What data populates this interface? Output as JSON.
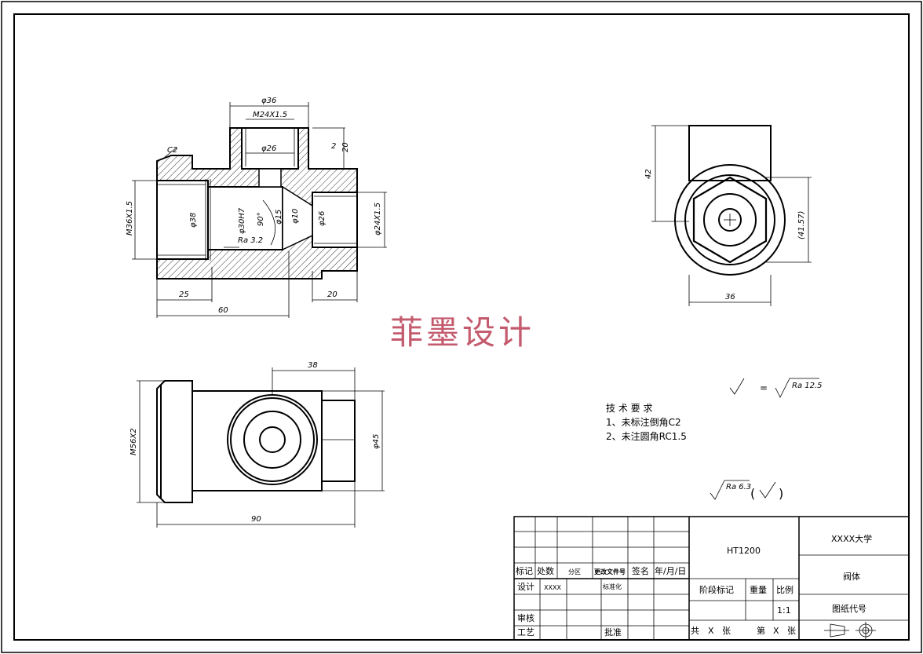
{
  "watermark": "菲墨设计",
  "dimensions": {
    "phi36": "φ36",
    "m24": "M24X1.5",
    "phi26_top": "φ26",
    "c2": "C2",
    "d2": "2",
    "d20_right": "20",
    "m36": "M36X1.5",
    "phi38": "φ38",
    "phi30h7": "φ30H7",
    "ang90": "90°",
    "phi15": "φ15",
    "phi10": "φ10",
    "phi26_right": "φ26",
    "phi24": "φ24X1.5",
    "ra32": "Ra 3.2",
    "d25": "25",
    "d20_bottom": "20",
    "d60": "60",
    "d42": "42",
    "d4157": "(41.57)",
    "d36": "36",
    "d38": "38",
    "m56": "M56X2",
    "phi45": "φ45",
    "d90": "90"
  },
  "surface": {
    "eq": "=",
    "ra125": "Ra 12.5",
    "ra63": "Ra 6.3",
    "paren_open": "(",
    "paren_close": ")"
  },
  "requirements": {
    "title": "技 术 要 求",
    "item1": "1、未标注倒角C2",
    "item2": "2、未注圆角RC1.5"
  },
  "title_block": {
    "material": "HT1200",
    "school": "XXXX大学",
    "part_name": "阀体",
    "drawing_no": "图纸代号",
    "h_biaoji": "标记",
    "h_chushu": "处数",
    "h_fenqu": "分区",
    "h_gengai": "更改文件号",
    "h_qianming": "签名",
    "h_date": "年/月/日",
    "sheji": "设计",
    "designer": "XXXX",
    "biaozhunhua": "标准化",
    "shenhe": "审核",
    "gongyi": "工艺",
    "pizhun": "批准",
    "jieduan": "阶段标记",
    "zhongliang": "重量",
    "bili": "比例",
    "scale": "1:1",
    "gong": "共",
    "gong_x": "X",
    "zhang1": "张",
    "di": "第",
    "di_x": "X",
    "zhang2": "张"
  }
}
